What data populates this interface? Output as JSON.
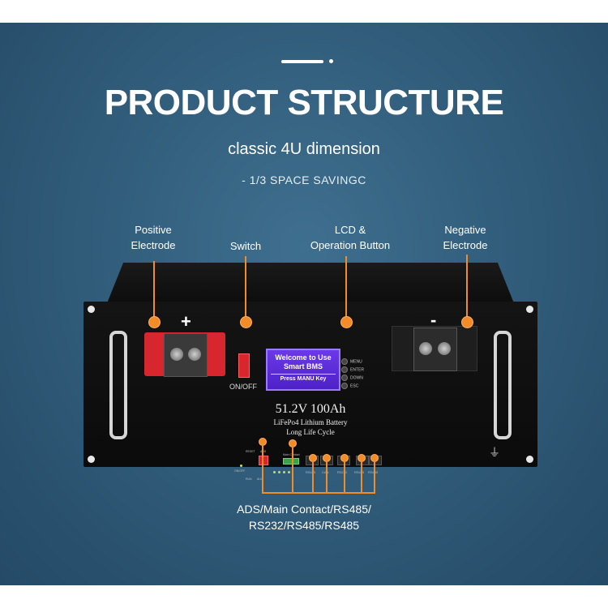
{
  "header": {
    "title": "PRODUCT STRUCTURE",
    "subtitle": "classic 4U dimension",
    "tagline": "- 1/3 SPACE SAVINGC"
  },
  "callouts": {
    "positive_line1": "Positive",
    "positive_line2": "Electrode",
    "switch": "Switch",
    "lcd_line1": "LCD &",
    "lcd_line2": "Operation Button",
    "negative_line1": "Negative",
    "negative_line2": "Electrode"
  },
  "battery": {
    "positive_sign": "+",
    "negative_sign": "-",
    "switch_label": "ON/OFF",
    "lcd_line1": "Welcome to Use",
    "lcd_line2": "Smart BMS",
    "lcd_line3": "Press MANU Key",
    "buttons": [
      "MENU",
      "ENTER",
      "DOWN",
      "ESC"
    ],
    "spec_main": "51.2V 100Ah",
    "spec_line2": "LiFePo4 Lithium Battery",
    "spec_line3": "Long Life Cycle",
    "panel_labels": [
      "RESET",
      "ADS",
      "Main Contact",
      "ON/OFF",
      "RUN",
      "ALM"
    ],
    "port_labels": [
      "RS485",
      "CAN",
      "RS232",
      "RS485",
      "RS485"
    ]
  },
  "footer": {
    "line1": "ADS/Main Contact/RS485/",
    "line2": "RS232/RS485/RS485"
  },
  "colors": {
    "background": "#2f5a78",
    "accent": "#f28c28",
    "terminal_positive": "#d8262e",
    "lcd": "#5a2bd8"
  }
}
